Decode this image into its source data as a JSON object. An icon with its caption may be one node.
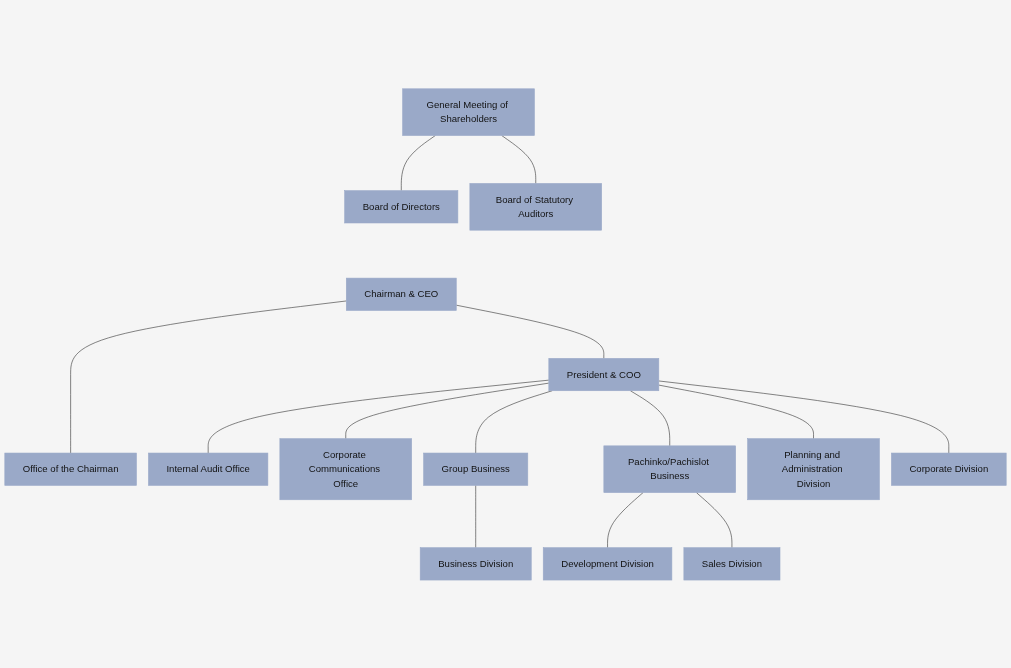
{
  "diagram": {
    "nodes": [
      {
        "text": [
          "General Meeting of Shareholders"
        ]
      },
      {
        "text": [
          "Board of Directors"
        ]
      },
      {
        "text": [
          "Board of Statutory Auditors"
        ]
      },
      {
        "text": [
          "Chairman & CEO"
        ]
      },
      {
        "text": [
          "Office of the Chairman"
        ]
      },
      {
        "text": [
          "President & COO"
        ]
      },
      {
        "text": [
          "Internal Audit Office"
        ]
      },
      {
        "text": [
          "Corporate Communications Office"
        ]
      },
      {
        "text": [
          "Group Business"
        ]
      },
      {
        "text": [
          "Business Division"
        ]
      },
      {
        "text": [
          "Pachinko/Pachislot Business"
        ]
      },
      {
        "text": [
          "Development Division"
        ]
      },
      {
        "text": [
          "Sales Division"
        ]
      },
      {
        "text": [
          "Planning and Administration Division"
        ]
      },
      {
        "text": [
          "Corporate Division"
        ]
      }
    ],
    "edges": [
      {
        "from": 0,
        "to": 1,
        "arrow": "none"
      },
      {
        "from": 0,
        "to": 2,
        "arrow": "none"
      },
      {
        "from": 3,
        "to": 4,
        "arrow": "none"
      },
      {
        "from": 3,
        "to": 5,
        "arrow": "none"
      },
      {
        "from": 5,
        "to": 6,
        "arrow": "none"
      },
      {
        "from": 5,
        "to": 7,
        "arrow": "none"
      },
      {
        "from": 5,
        "to": 8,
        "arrow": "none"
      },
      {
        "from": 5,
        "to": 10,
        "arrow": "none"
      },
      {
        "from": 5,
        "to": 13,
        "arrow": "none"
      },
      {
        "from": 5,
        "to": 14,
        "arrow": "none"
      },
      {
        "from": 8,
        "to": 9,
        "arrow": "none"
      },
      {
        "from": 10,
        "to": 11,
        "arrow": "none"
      },
      {
        "from": 10,
        "to": 12,
        "arrow": "none"
      }
    ]
  }
}
